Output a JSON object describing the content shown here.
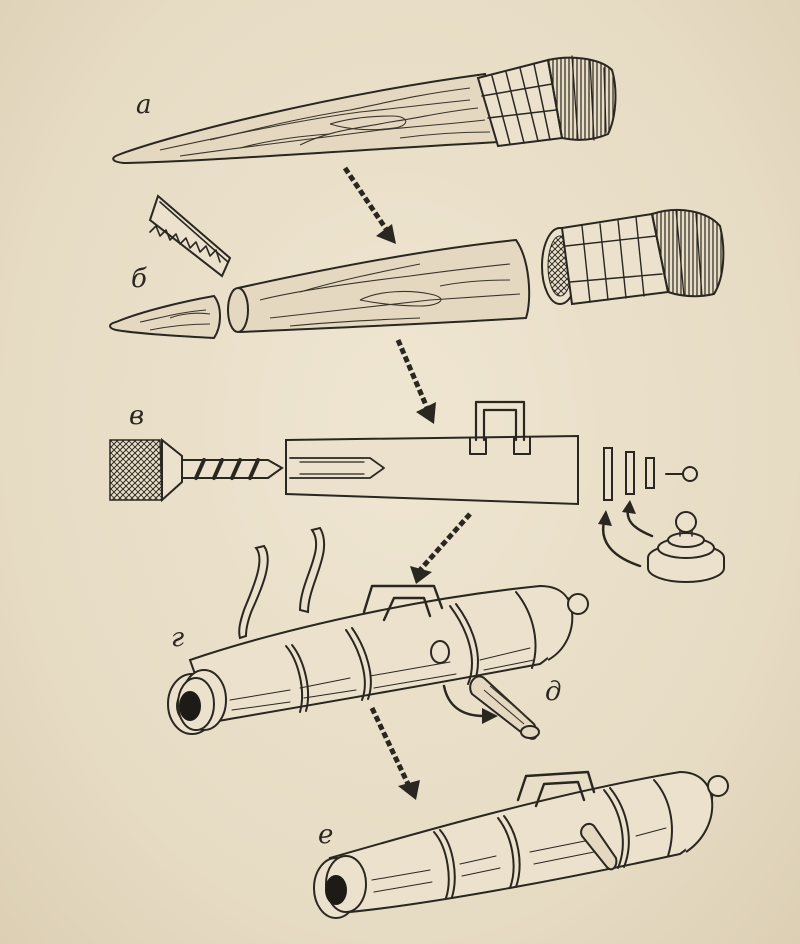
{
  "figure": {
    "labels": {
      "a": "а",
      "b": "б",
      "v": "в",
      "g": "г",
      "d": "д",
      "e": "е"
    },
    "colors": {
      "paper": "#e9dfca",
      "ink": "#2a2620"
    }
  }
}
